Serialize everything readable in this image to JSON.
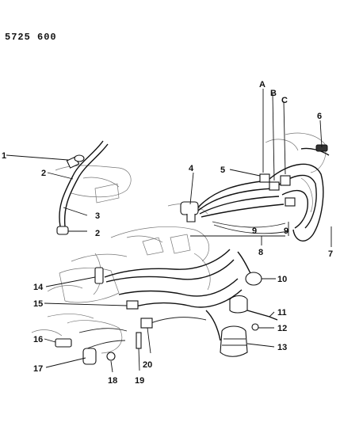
{
  "diagram": {
    "part_code": "5725 600",
    "callouts": [
      "1",
      "2",
      "2",
      "3",
      "4",
      "5",
      "A",
      "B",
      "C",
      "6",
      "7",
      "8",
      "9",
      "9",
      "10",
      "11",
      "12",
      "13",
      "14",
      "15",
      "16",
      "17",
      "18",
      "19",
      "20"
    ]
  }
}
